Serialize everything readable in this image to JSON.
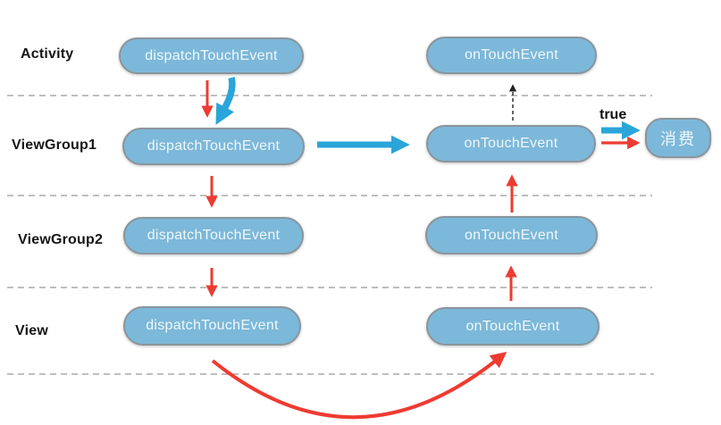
{
  "diagram": {
    "rows": [
      {
        "label": "Activity",
        "dispatch_label": "dispatchTouchEvent",
        "ontouch_label": "onTouchEvent"
      },
      {
        "label": "ViewGroup1",
        "dispatch_label": "dispatchTouchEvent",
        "ontouch_label": "onTouchEvent"
      },
      {
        "label": "ViewGroup2",
        "dispatch_label": "dispatchTouchEvent",
        "ontouch_label": "onTouchEvent"
      },
      {
        "label": "View",
        "dispatch_label": "dispatchTouchEvent",
        "ontouch_label": "onTouchEvent"
      }
    ],
    "result": {
      "true_label": "true",
      "consume_label": "消费"
    },
    "colors": {
      "node_fill": "#7cb8d9",
      "node_border": "#8a959d",
      "node_text": "#e3f0f8",
      "red_arrow": "#ee3b31",
      "blue_arrow": "#2aa5da",
      "black_dashed_arrow": "#222222",
      "dashed_separator": "#a9a9a9",
      "label_text": "#161616",
      "background": "#ffffff"
    }
  }
}
